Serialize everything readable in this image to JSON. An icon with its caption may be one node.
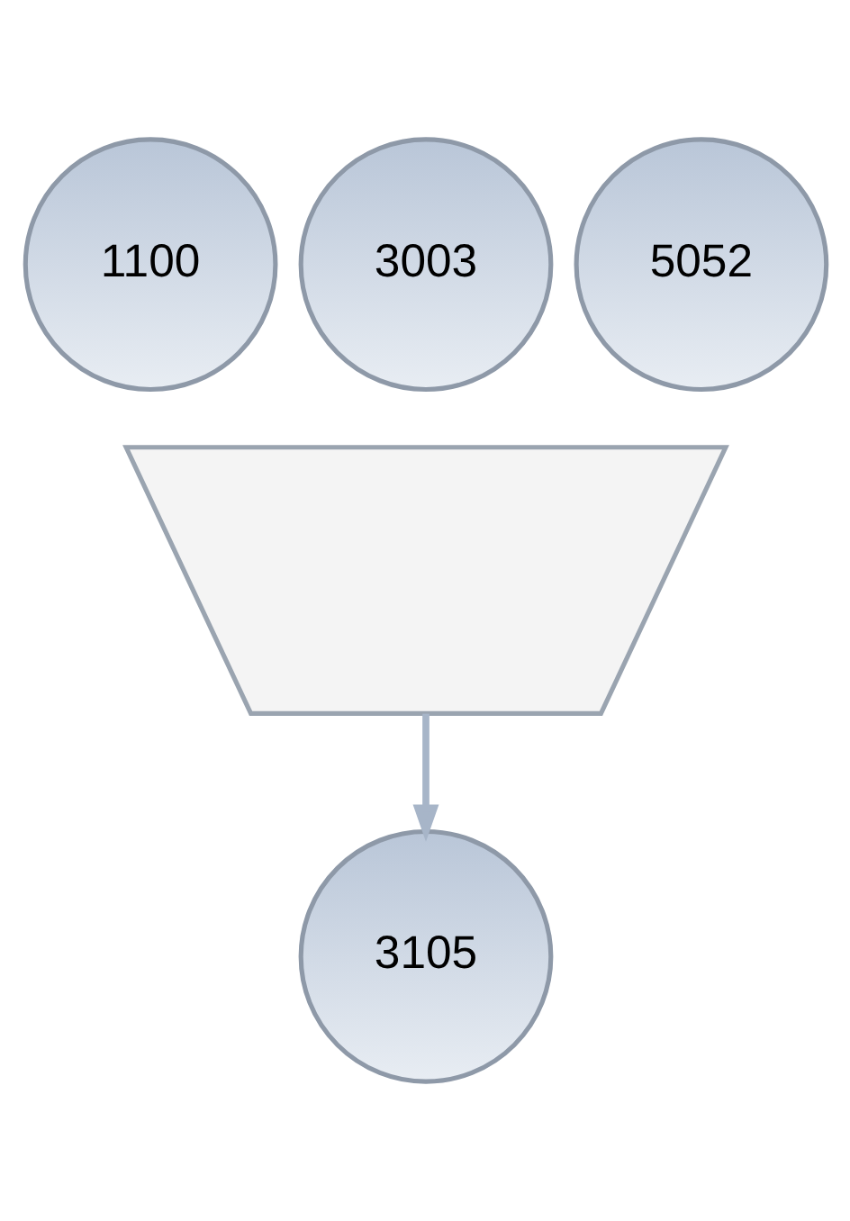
{
  "diagram": {
    "nodes": [
      {
        "text": [],
        "shape": "funnel"
      },
      {
        "text": [
          "1100"
        ]
      },
      {
        "text": [
          "3003"
        ]
      },
      {
        "text": [
          "5052"
        ]
      },
      {
        "text": [
          "3105"
        ]
      }
    ],
    "edges": [
      {
        "from": 0,
        "to": 4,
        "arrow": "to"
      }
    ]
  }
}
